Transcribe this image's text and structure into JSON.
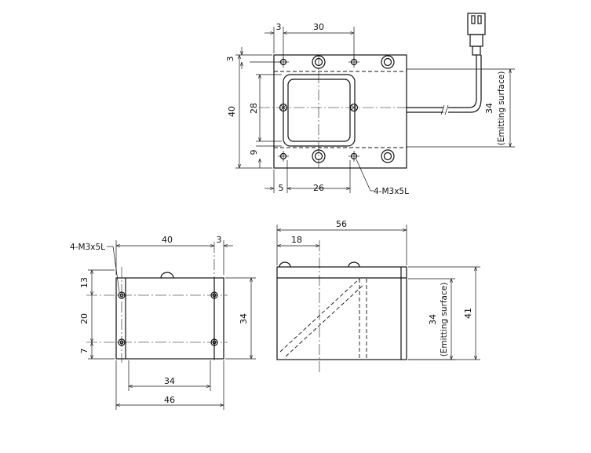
{
  "top_view": {
    "dims": {
      "d3_top": "3",
      "d30": "30",
      "d3_left": "3",
      "d40": "40",
      "d28": "28",
      "d9": "9",
      "d5": "5",
      "d26": "26",
      "d34_emit": "34",
      "emit_label": "(Emitting surface)"
    },
    "callout": "4-M3x5L"
  },
  "front_view": {
    "dims": {
      "d40": "40",
      "d3": "3",
      "d13": "13",
      "d20": "20",
      "d7": "7",
      "d34_right": "34",
      "d34_bottom": "34",
      "d46": "46"
    },
    "callout": "4-M3x5L"
  },
  "side_view": {
    "dims": {
      "d56": "56",
      "d18": "18",
      "d34_emit": "34",
      "emit_label": "(Emitting surface)",
      "d41": "41"
    }
  }
}
